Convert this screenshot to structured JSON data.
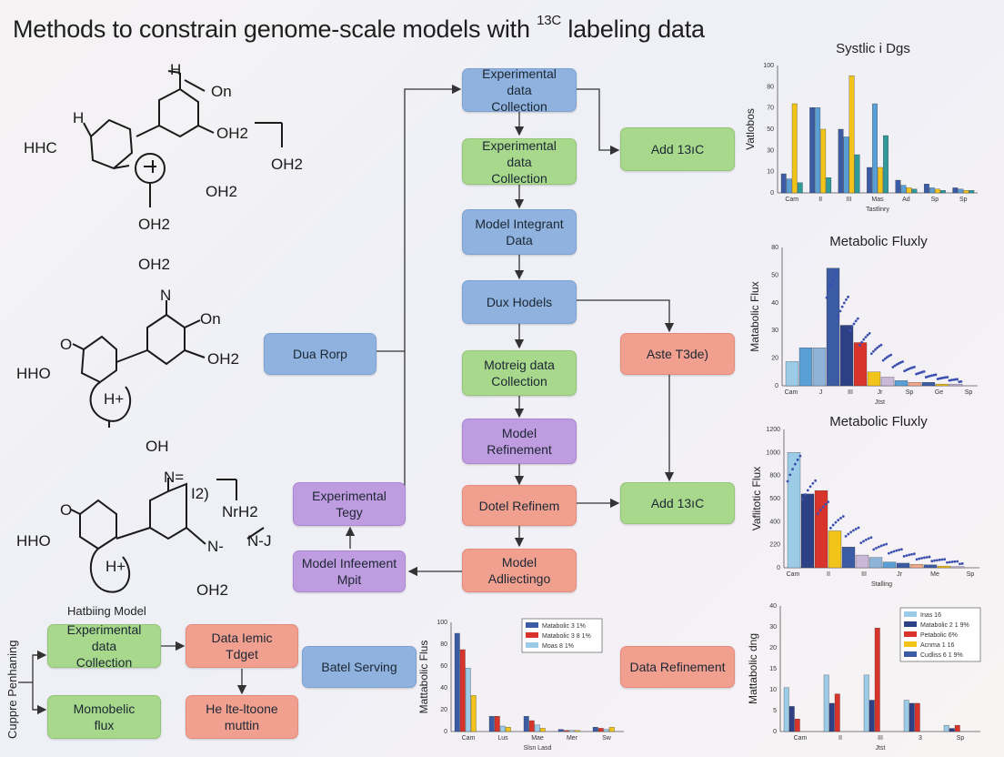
{
  "title": {
    "main": "Methods to constrain genome-scale models with ",
    "sup": "13C",
    "tail": " labeling data"
  },
  "molecules": {
    "top": [
      "H",
      "On",
      "H",
      "OH2",
      "HHC",
      "OH2",
      "OH2",
      "OH2"
    ],
    "mid_header": "OH2",
    "mid": [
      "N",
      "On",
      "O",
      "OH2",
      "HHO",
      "H+",
      "OH"
    ],
    "bottom": [
      "N=",
      "I2)",
      "NrH2",
      "O",
      "HHO",
      "N-",
      "N-J",
      "H+",
      "OH2"
    ],
    "bottom_caption": "Hatbiing Model"
  },
  "flow": {
    "n1": "Experimental data\nCollection",
    "n2": "Experimental data\nCollection",
    "n3": "Model Integrant\nData",
    "n4": "Dux Hodels",
    "n5": "Motreig data\nCollection",
    "n6": "Model Refinement",
    "n7": "Dotel Refinem",
    "n8": "Model\nAdliectingo",
    "add1": "Add 13ıC",
    "add2": "Add 13ıC",
    "aste": "Aste T3de)",
    "dua": "Dua Rorp",
    "exp_tegy": "Experimental\nTegy",
    "mi": "Model Infeement\nMpit"
  },
  "bottom_left": {
    "side_label": "Cuppre Penhaning",
    "b1": "Experimental data\nCollection",
    "b2": "Data Iemic\nTdget",
    "b3": "Momobelic\nflux",
    "b4": "He lte-ltoone\nmuttin",
    "b5": "Batel Serving",
    "b6": "Data Refinement"
  },
  "chart_data": [
    {
      "type": "bar",
      "title": "Systlic i Dgs",
      "ylabel": "Vatlobos",
      "xlabel": "Tastlinry",
      "ylim": [
        0,
        100
      ],
      "yticks": [
        "0",
        "10",
        "30",
        "50",
        "70",
        "80",
        "100"
      ],
      "categories": [
        "Cam",
        "II",
        "III",
        "Mas",
        "Ad",
        "Sp",
        "Sp"
      ],
      "colors": [
        "#3b5ba5",
        "#5a9ed6",
        "#f2c318",
        "#2e9a9a",
        "#c5473f",
        "#f0a88c",
        "#c9b8d8"
      ],
      "series": [
        {
          "values": [
            15,
            67,
            50,
            20,
            10,
            7,
            4
          ]
        },
        {
          "values": [
            11,
            67,
            44,
            70,
            6,
            4,
            3
          ]
        },
        {
          "values": [
            70,
            50,
            92,
            20,
            4,
            3,
            2
          ]
        },
        {
          "values": [
            8,
            12,
            30,
            45,
            3,
            2,
            2
          ]
        }
      ]
    },
    {
      "type": "bar",
      "title": "Metabolic Fluxly",
      "ylabel": "Matabolic Flux",
      "xlabel": "Jtst",
      "ylim": [
        0,
        80
      ],
      "yticks": [
        "0",
        "20",
        "30",
        "40",
        "50",
        "80"
      ],
      "categories": [
        "Cam",
        "J",
        "III",
        "Jr",
        "Sp",
        "Ge",
        "Sp"
      ],
      "values": [
        14,
        22,
        22,
        68,
        35,
        25,
        8,
        5,
        3,
        2,
        2,
        1,
        1
      ],
      "colors": [
        "#9ccbe8",
        "#5a9ed6",
        "#8fb3d8",
        "#3b5ba5",
        "#2d3f85",
        "#d9342b",
        "#f2c318",
        "#c9b8d8",
        "#5a9ed6",
        "#f0a88c",
        "#3b5ba5",
        "#f2c318",
        "#c9b8d8"
      ]
    },
    {
      "type": "bar",
      "title": "Metabolic Fluxly",
      "ylabel": "Vaflitotic Flux",
      "xlabel": "Stalling",
      "ylim": [
        0,
        1200
      ],
      "yticks": [
        "0",
        "220",
        "400",
        "500",
        "800",
        "1000",
        "1200"
      ],
      "categories": [
        "Cam",
        "II",
        "III",
        "Jr",
        "Me",
        "Sp"
      ],
      "values": [
        1000,
        640,
        670,
        320,
        180,
        110,
        90,
        50,
        40,
        30,
        25,
        15,
        10
      ],
      "colors": [
        "#9ccbe8",
        "#2d3f85",
        "#d9342b",
        "#f2c318",
        "#3b5ba5",
        "#c9b8d8",
        "#8fb3d8",
        "#5a9ed6",
        "#3b5ba5",
        "#f0a88c",
        "#3b5ba5",
        "#f2c318",
        "#c9b8d8"
      ]
    },
    {
      "type": "bar",
      "title": "",
      "ylabel": "Mattabolic Flus",
      "xlabel": "Slsn Lasd",
      "ylim": [
        0,
        100
      ],
      "yticks": [
        "0",
        "20",
        "40",
        "60",
        "80",
        "100"
      ],
      "categories": [
        "Cam",
        "Lus",
        "Mae",
        "Mer",
        "Sw"
      ],
      "legend": [
        "Matabolic 3 1%",
        "Matabolic 3 8 1%",
        "Moas 8 1%"
      ],
      "colors": [
        "#3b5ba5",
        "#d9342b",
        "#9ccbe8",
        "#f2c318"
      ],
      "series": [
        {
          "values": [
            90,
            14,
            14,
            2,
            4
          ]
        },
        {
          "values": [
            75,
            14,
            10,
            1,
            3
          ]
        },
        {
          "values": [
            58,
            5,
            6,
            1,
            2
          ]
        },
        {
          "values": [
            33,
            4,
            3,
            1,
            4
          ]
        }
      ]
    },
    {
      "type": "bar",
      "title": "",
      "ylabel": "Mattabolic dng",
      "xlabel": "Jtst",
      "ylim": [
        0,
        40
      ],
      "yticks": [
        "0",
        "5",
        "10",
        "15",
        "20",
        "30",
        "40"
      ],
      "categories": [
        "Cam",
        "II",
        "III",
        "3",
        "Sp"
      ],
      "legend": [
        "Inas 16",
        "Matabolic 2 1 9%",
        "Petabolic 6%",
        "Acnma 1 16",
        "Cudliss 6 1 9%"
      ],
      "colors": [
        "#9ccbe8",
        "#2d3f85",
        "#d9342b",
        "#f2c318",
        "#3b5ba5"
      ],
      "series": [
        {
          "values": [
            14,
            18,
            18,
            10,
            2
          ]
        },
        {
          "values": [
            8,
            9,
            10,
            9,
            1
          ]
        },
        {
          "values": [
            4,
            12,
            33,
            9,
            2
          ]
        }
      ]
    }
  ]
}
